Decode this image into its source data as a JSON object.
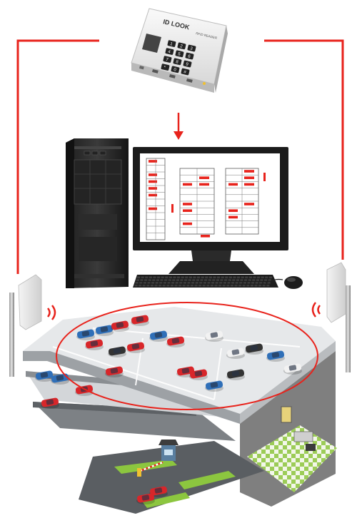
{
  "reader": {
    "brand": "ID LOOK",
    "label": "RFID READER",
    "keys": [
      "1",
      "2",
      "3",
      "4",
      "5",
      "6",
      "7",
      "8",
      "9",
      "*",
      "0",
      "#"
    ]
  },
  "colors": {
    "connector": "#e8231c",
    "screen_marker": "#e8231c",
    "floor": "#e4e6e8",
    "car_red": "#d8262a",
    "car_blue": "#2f6fb8",
    "car_white": "#f2f2f2",
    "car_dark": "#333333",
    "lawn": "#8cc63f"
  },
  "icons": {
    "reader": "rfid-reader-device",
    "tower": "pc-tower-icon",
    "monitor": "monitor-icon",
    "keyboard": "keyboard-icon",
    "mouse": "mouse-icon",
    "antenna": "rfid-antenna-icon",
    "signal": "wireless-signal-icon",
    "parking": "parking-lot-illustration"
  }
}
